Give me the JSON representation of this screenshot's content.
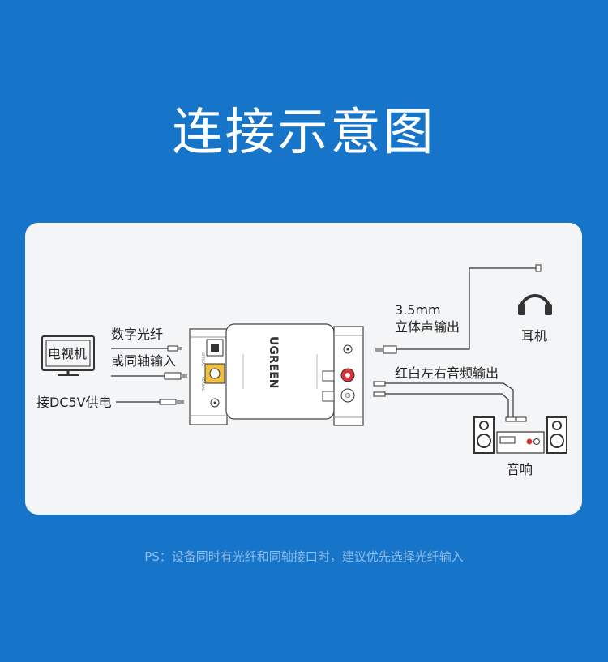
{
  "title": "连接示意图",
  "labels": {
    "tv": "电视机",
    "optical": "数字光纤",
    "coaxial": "或同轴输入",
    "dc": "接DC5V供电",
    "jack_line1": "3.5mm",
    "jack_line2": "立体声输出",
    "headphones": "耳机",
    "rca": "红白左右音频输出",
    "speakers": "音响",
    "brand": "UGREEN"
  },
  "note": "PS：设备同时有光纤和同轴接口时，建议优先选择光纤输入",
  "colors": {
    "background": "#1675c8",
    "card": "#f4f5f7",
    "rca_red": "#d9323a"
  },
  "icons": [
    "tv-icon",
    "headphones-icon",
    "speaker-icon"
  ]
}
